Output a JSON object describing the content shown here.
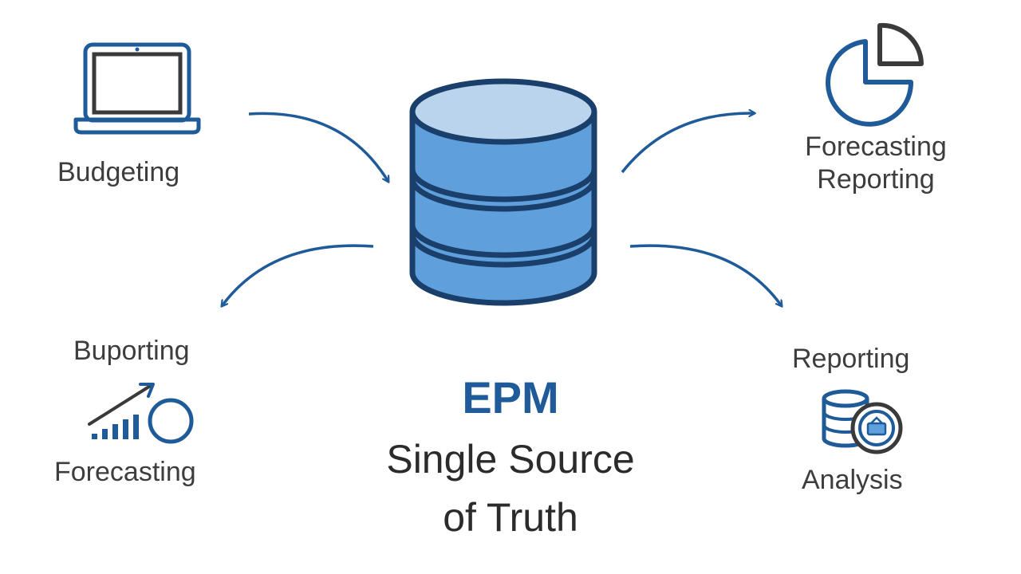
{
  "labels": {
    "top_left": "Budgeting",
    "top_right_line1": "Forecasting",
    "top_right_line2": "Reporting",
    "bottom_left_top": "Buporting",
    "bottom_left_bottom": "Forecasting",
    "bottom_right_top": "Reporting",
    "bottom_right_bottom": "Analysis"
  },
  "center": {
    "title": "EPM",
    "subtitle_line1": "Single Source",
    "subtitle_line2": "of Truth"
  },
  "icons": {
    "top_left": "laptop-icon",
    "top_right": "pie-chart-icon",
    "center": "database-icon",
    "bottom_left": "growth-chart-icon",
    "bottom_right": "database-analysis-icon"
  },
  "colors": {
    "primary_blue": "#1f5a99",
    "cylinder_fill": "#5fa0dc",
    "cylinder_top": "#b9d4ec",
    "icon_gray": "#3a3a3a",
    "text_gray": "#3d3d3d"
  }
}
